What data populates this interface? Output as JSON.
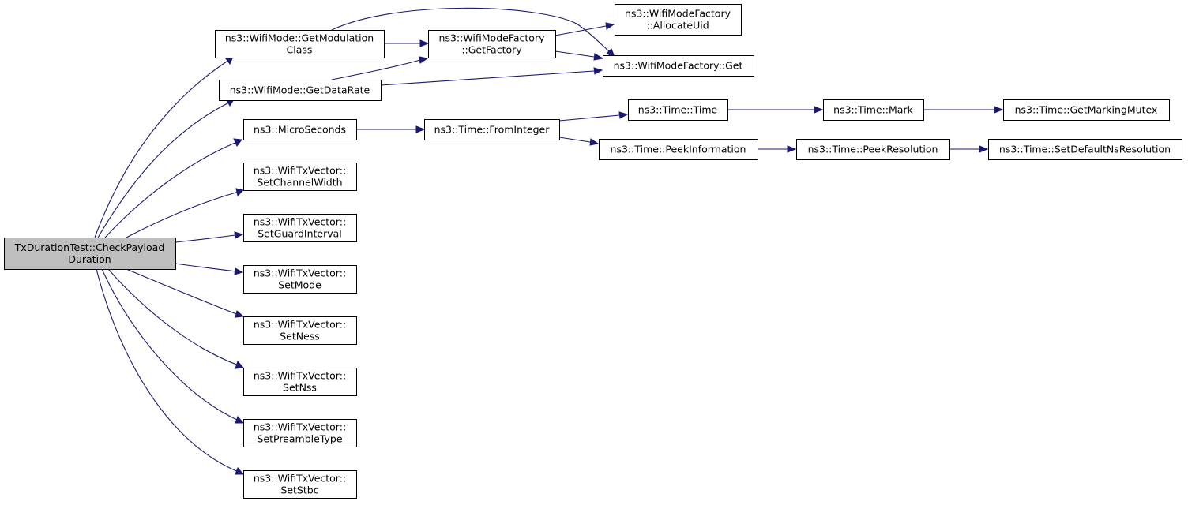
{
  "diagram": {
    "type": "call-graph",
    "nodes": [
      {
        "id": "root",
        "lines": [
          "TxDurationTest::CheckPayload",
          "Duration"
        ],
        "root": true
      },
      {
        "id": "getmodclass",
        "lines": [
          "ns3::WifiMode::GetModulation",
          "Class"
        ]
      },
      {
        "id": "getdatarate",
        "lines": [
          "ns3::WifiMode::GetDataRate"
        ]
      },
      {
        "id": "microseconds",
        "lines": [
          "ns3::MicroSeconds"
        ]
      },
      {
        "id": "setchannelwidth",
        "lines": [
          "ns3::WifiTxVector::",
          "SetChannelWidth"
        ]
      },
      {
        "id": "setguardinterval",
        "lines": [
          "ns3::WifiTxVector::",
          "SetGuardInterval"
        ]
      },
      {
        "id": "setmode",
        "lines": [
          "ns3::WifiTxVector::",
          "SetMode"
        ]
      },
      {
        "id": "setness",
        "lines": [
          "ns3::WifiTxVector::",
          "SetNess"
        ]
      },
      {
        "id": "setnss",
        "lines": [
          "ns3::WifiTxVector::",
          "SetNss"
        ]
      },
      {
        "id": "setpreambletype",
        "lines": [
          "ns3::WifiTxVector::",
          "SetPreambleType"
        ]
      },
      {
        "id": "setstbc",
        "lines": [
          "ns3::WifiTxVector::",
          "SetStbc"
        ]
      },
      {
        "id": "getfactory",
        "lines": [
          "ns3::WifiModeFactory",
          "::GetFactory"
        ]
      },
      {
        "id": "allocateuid",
        "lines": [
          "ns3::WifiModeFactory",
          "::AllocateUid"
        ]
      },
      {
        "id": "factoryget",
        "lines": [
          "ns3::WifiModeFactory::Get"
        ]
      },
      {
        "id": "frominteger",
        "lines": [
          "ns3::Time::FromInteger"
        ]
      },
      {
        "id": "timetime",
        "lines": [
          "ns3::Time::Time"
        ]
      },
      {
        "id": "peekinfo",
        "lines": [
          "ns3::Time::PeekInformation"
        ]
      },
      {
        "id": "mark",
        "lines": [
          "ns3::Time::Mark"
        ]
      },
      {
        "id": "peekres",
        "lines": [
          "ns3::Time::PeekResolution"
        ]
      },
      {
        "id": "getmarkingmutex",
        "lines": [
          "ns3::Time::GetMarkingMutex"
        ]
      },
      {
        "id": "setdefaultns",
        "lines": [
          "ns3::Time::SetDefaultNsResolution"
        ]
      }
    ],
    "edges": [
      [
        "root",
        "getmodclass"
      ],
      [
        "root",
        "getdatarate"
      ],
      [
        "root",
        "microseconds"
      ],
      [
        "root",
        "setchannelwidth"
      ],
      [
        "root",
        "setguardinterval"
      ],
      [
        "root",
        "setmode"
      ],
      [
        "root",
        "setness"
      ],
      [
        "root",
        "setnss"
      ],
      [
        "root",
        "setpreambletype"
      ],
      [
        "root",
        "setstbc"
      ],
      [
        "getmodclass",
        "getfactory"
      ],
      [
        "getmodclass",
        "factoryget"
      ],
      [
        "getfactory",
        "allocateuid"
      ],
      [
        "getfactory",
        "factoryget"
      ],
      [
        "getdatarate",
        "getfactory"
      ],
      [
        "getdatarate",
        "factoryget"
      ],
      [
        "microseconds",
        "frominteger"
      ],
      [
        "frominteger",
        "timetime"
      ],
      [
        "frominteger",
        "peekinfo"
      ],
      [
        "timetime",
        "mark"
      ],
      [
        "mark",
        "getmarkingmutex"
      ],
      [
        "peekinfo",
        "peekres"
      ],
      [
        "peekres",
        "setdefaultns"
      ]
    ]
  }
}
